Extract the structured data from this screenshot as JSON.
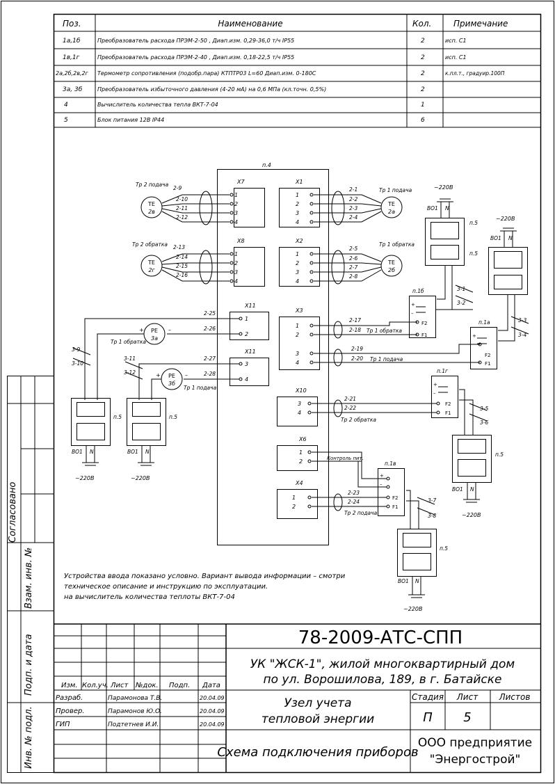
{
  "table": {
    "headers": [
      "Поз.",
      "Наименование",
      "Кол.",
      "Примечание"
    ],
    "rows": [
      {
        "pos": "1а,1б",
        "name": "Преобразователь расхода ПРЭМ-2-50 , Диап.изм. 0,29-36,0 т/ч   IP55",
        "qty": "2",
        "note": "исп. С1"
      },
      {
        "pos": "1в,1г",
        "name": "Преобразователь расхода ПРЭМ-2-40 , Диап.изм. 0,18-22,5 т/ч   IP55",
        "qty": "2",
        "note": "исп. С1"
      },
      {
        "pos": "2а,2б,2в,2г",
        "name": "Термометр сопротивления (подобр.пара) КТПТР03 L=60 Диап.изм. 0-180С",
        "qty": "2",
        "note": "к.пл.т., градуир.100П"
      },
      {
        "pos": "3а, 3б",
        "name": "Преобразователь избыточного давления (4-20 мА) на 0,6 МПа (кл.точн. 0,5%)",
        "qty": "2",
        "note": ""
      },
      {
        "pos": "4",
        "name": "Вычислитель количества тепла ВКТ-7-04",
        "qty": "1",
        "note": ""
      },
      {
        "pos": "5",
        "name": "Блок питания 12В IP44",
        "qty": "6",
        "note": ""
      }
    ]
  },
  "diagram": {
    "p4": "п.4",
    "x7": "X7",
    "x1": "X1",
    "x8": "X8",
    "x2": "X2",
    "x3": "X3",
    "x11a": "X11",
    "x11b": "X11",
    "x10": "X10",
    "x6": "X6",
    "x4": "X4",
    "pins4": [
      "1",
      "2",
      "3",
      "4"
    ],
    "pins2": [
      "1",
      "2"
    ],
    "pins34": [
      "3",
      "4"
    ],
    "w_tr2pod": [
      "2-9",
      "2-10",
      "2-11",
      "2-12"
    ],
    "w_tr1pod": [
      "2-1",
      "2-2",
      "2-3",
      "2-4"
    ],
    "w_tr2obr": [
      "2-13",
      "2-14",
      "2-15",
      "2-16"
    ],
    "w_tr1obr": [
      "2-5",
      "2-6",
      "2-7",
      "2-8"
    ],
    "w_x3": [
      "2-17",
      "2-18",
      "2-19",
      "2-20"
    ],
    "w_x11": [
      "2-25",
      "2-26",
      "2-27",
      "2-28"
    ],
    "w_x10": [
      "2-21",
      "2-22"
    ],
    "w_x4": [
      "2-23",
      "2-24"
    ],
    "tr2pod": "Тр 2 подача",
    "tr1pod": "Тр 1 подача",
    "tr2obr": "Тр 2 обратка",
    "tr1obr": "Тр 1 обратка",
    "control": "Контроль пит.",
    "te": "TE",
    "pe": "PE",
    "te2b": "2в",
    "te2a": "2а",
    "te2g": "2г",
    "te2b2": "2б",
    "pe3a": "3а",
    "pe3b": "3б",
    "p1a": "п.1а",
    "p1b": "п.1б",
    "p1v": "п.1в",
    "p1g": "п.1г",
    "p5": "п.5",
    "v01": "ВО1",
    "n": "N",
    "v220": "~220В",
    "w_3": [
      "3-1",
      "3-2",
      "3-3",
      "3-4",
      "3-5",
      "3-6",
      "3-7",
      "3-8",
      "3-9",
      "3-10",
      "3-11",
      "3-12"
    ],
    "f1": "F1",
    "f2": "F2",
    "plus": "+",
    "minus": "–"
  },
  "note": [
    "Устройства ввода показано условно. Вариант вывода информации – смотри",
    "техническое описание и инструкцию по эксплуатации.",
    "на вычислитель количества теплоты ВКТ-7-04"
  ],
  "side": {
    "agreed": "Согласовано",
    "inv_vzam": "Взам. инв. №",
    "podp_data": "Подп. и дата",
    "inv_podl": "Инв. № подл."
  },
  "stamp": {
    "doc_code": "78-2009-АТС-СПП",
    "project_line1": "УК \"ЖСК-1\", жилой многоквартирный дом",
    "project_line2": "по ул. Ворошилова, 189, в г. Батайске",
    "cols": [
      "Изм.",
      "Кол.уч.",
      "Лист",
      "№док.",
      "Подп.",
      "Дата"
    ],
    "people": [
      {
        "role": "Разраб.",
        "name": "Парамонова Т.В.",
        "date": "20.04.09"
      },
      {
        "role": "Провер.",
        "name": "Парамонов Ю.О.",
        "date": "20.04.09"
      },
      {
        "role": "ГИП",
        "name": "Подтетнев И.И.",
        "date": "20.04.09"
      }
    ],
    "object_line1": "Узел учета",
    "object_line2": "тепловой энергии",
    "stage_label": "Стадия",
    "sheet_label": "Лист",
    "sheets_label": "Листов",
    "stage": "П",
    "sheet": "5",
    "sheets": "",
    "drawing_title": "Схема подключения приборов",
    "org_line1": "ООО предприятие",
    "org_line2": "\"Энергострой\""
  }
}
